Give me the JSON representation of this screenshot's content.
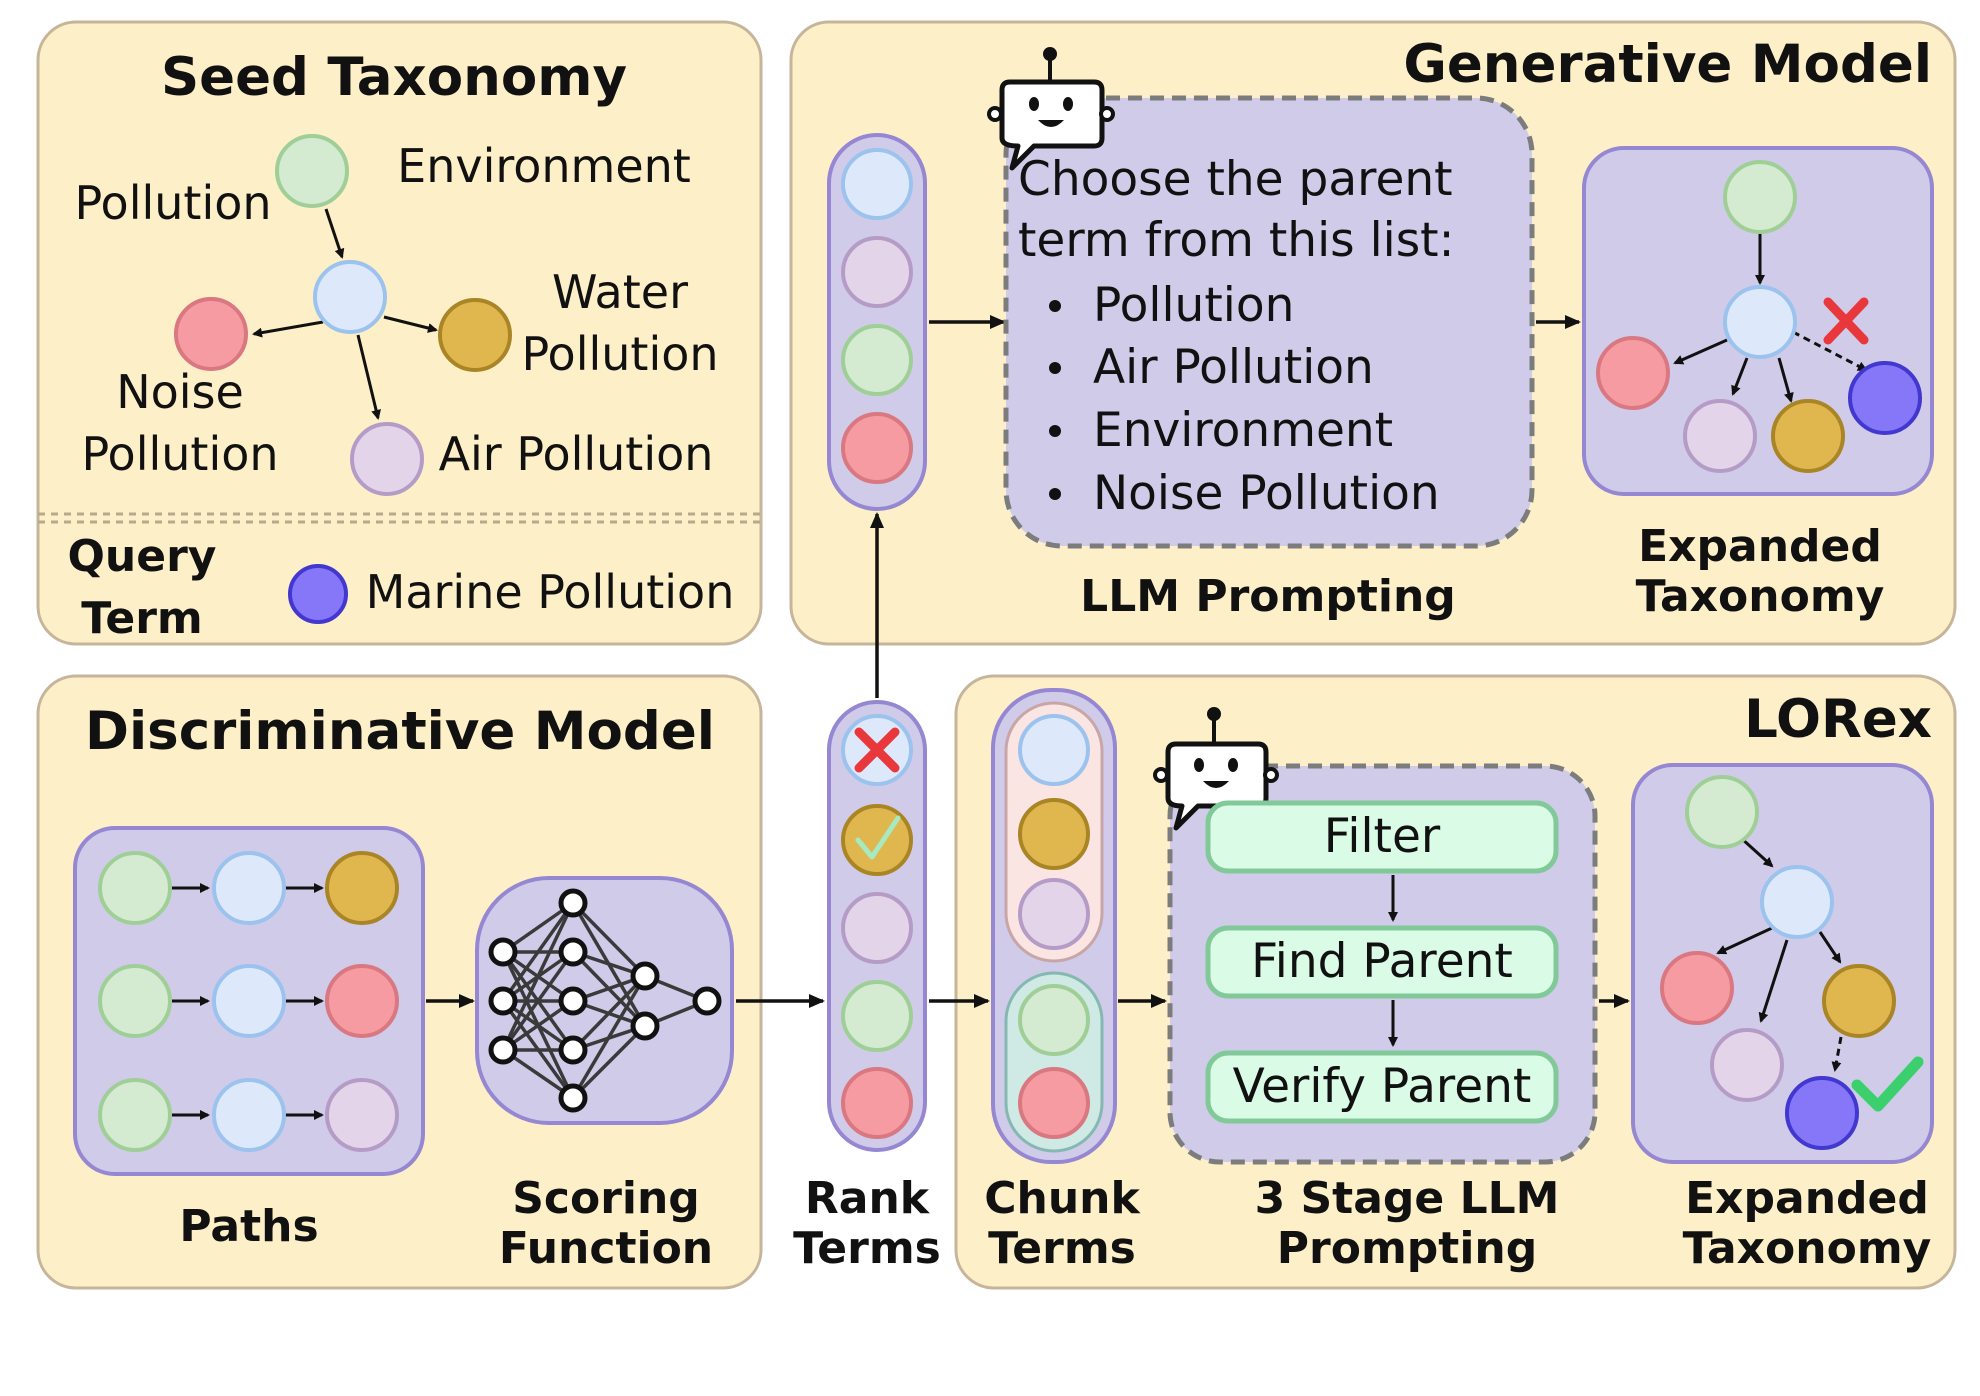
{
  "colors": {
    "panel_fill": "#fdefc8",
    "panel_stroke": "#c6b59a",
    "inner_fill": "#cfcbe8",
    "inner_stroke": "#9587d2",
    "green_node": "#d4ead1",
    "blue_node": "#dde9fb",
    "gold_node": "#e0b74f",
    "red_node": "#f59ba1",
    "lilac_node": "#e3d4ea",
    "purple_node": "#8577f8",
    "stage_fill": "#dafbe6",
    "stage_stroke": "#82c99a",
    "cross": "#e8383c",
    "check": "#3ccf6e"
  },
  "seed": {
    "title": "Seed Taxonomy",
    "environment": "Environment",
    "pollution": "Pollution",
    "water_l1": "Water",
    "water_l2": "Pollution",
    "noise_l1": "Noise",
    "noise_l2": "Pollution",
    "air": "Air Pollution",
    "query_l1": "Query",
    "query_l2": "Term",
    "marine": "Marine Pollution"
  },
  "generative": {
    "title": "Generative Model",
    "prompt_l1": "Choose the parent",
    "prompt_l2": "term from this list:",
    "options": [
      "Pollution",
      "Air Pollution",
      "Environment",
      "Noise Pollution"
    ],
    "llm_caption": "LLM Prompting",
    "expanded_l1": "Expanded",
    "expanded_l2": "Taxonomy"
  },
  "discriminative": {
    "title": "Discriminative Model",
    "paths_caption": "Paths",
    "scoring_l1": "Scoring",
    "scoring_l2": "Function"
  },
  "rank": {
    "l1": "Rank",
    "l2": "Terms"
  },
  "lorex": {
    "title": "LORex",
    "chunk_l1": "Chunk",
    "chunk_l2": "Terms",
    "stages": [
      "Filter",
      "Find Parent",
      "Verify Parent"
    ],
    "stage_caption_l1": "3 Stage LLM",
    "stage_caption_l2": "Prompting",
    "expanded_l1": "Expanded",
    "expanded_l2": "Taxonomy"
  }
}
